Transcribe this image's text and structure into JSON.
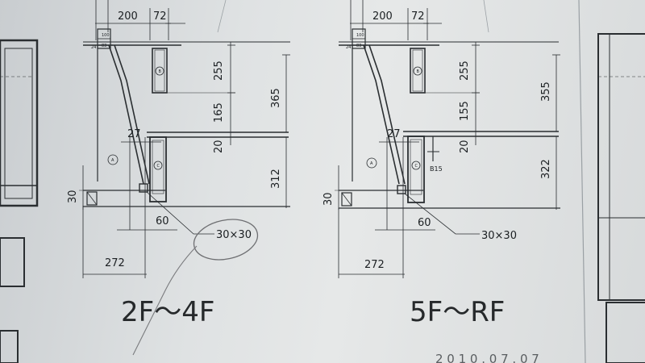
{
  "panels": [
    {
      "title": "2F～4F",
      "dims": {
        "d200": "200",
        "d72": "72",
        "d255": "255",
        "d165": "165",
        "d365": "365",
        "d27": "27",
        "d20": "20",
        "d312": "312",
        "d30": "30",
        "d60": "60",
        "d272": "272",
        "callout": "30×30"
      },
      "marks": {
        "top_a": "24",
        "top_b": "100",
        "top_c": "83",
        "circle_b": "B",
        "circle_a": "A",
        "circle_c": "C"
      }
    },
    {
      "title": "5F～RF",
      "dims": {
        "d200": "200",
        "d72": "72",
        "d255": "255",
        "d165": "155",
        "d365": "355",
        "d27": "27",
        "d20": "20",
        "d312": "322",
        "d30": "30",
        "d60": "60",
        "d272": "272",
        "callout": "30×30",
        "bracket": "B15"
      },
      "marks": {
        "top_a": "24",
        "top_b": "100",
        "top_c": "83",
        "circle_b": "B",
        "circle_a": "A",
        "circle_c": "C"
      }
    }
  ],
  "footer_partial": "2 0 1 0 . 0 7 . 0 7"
}
